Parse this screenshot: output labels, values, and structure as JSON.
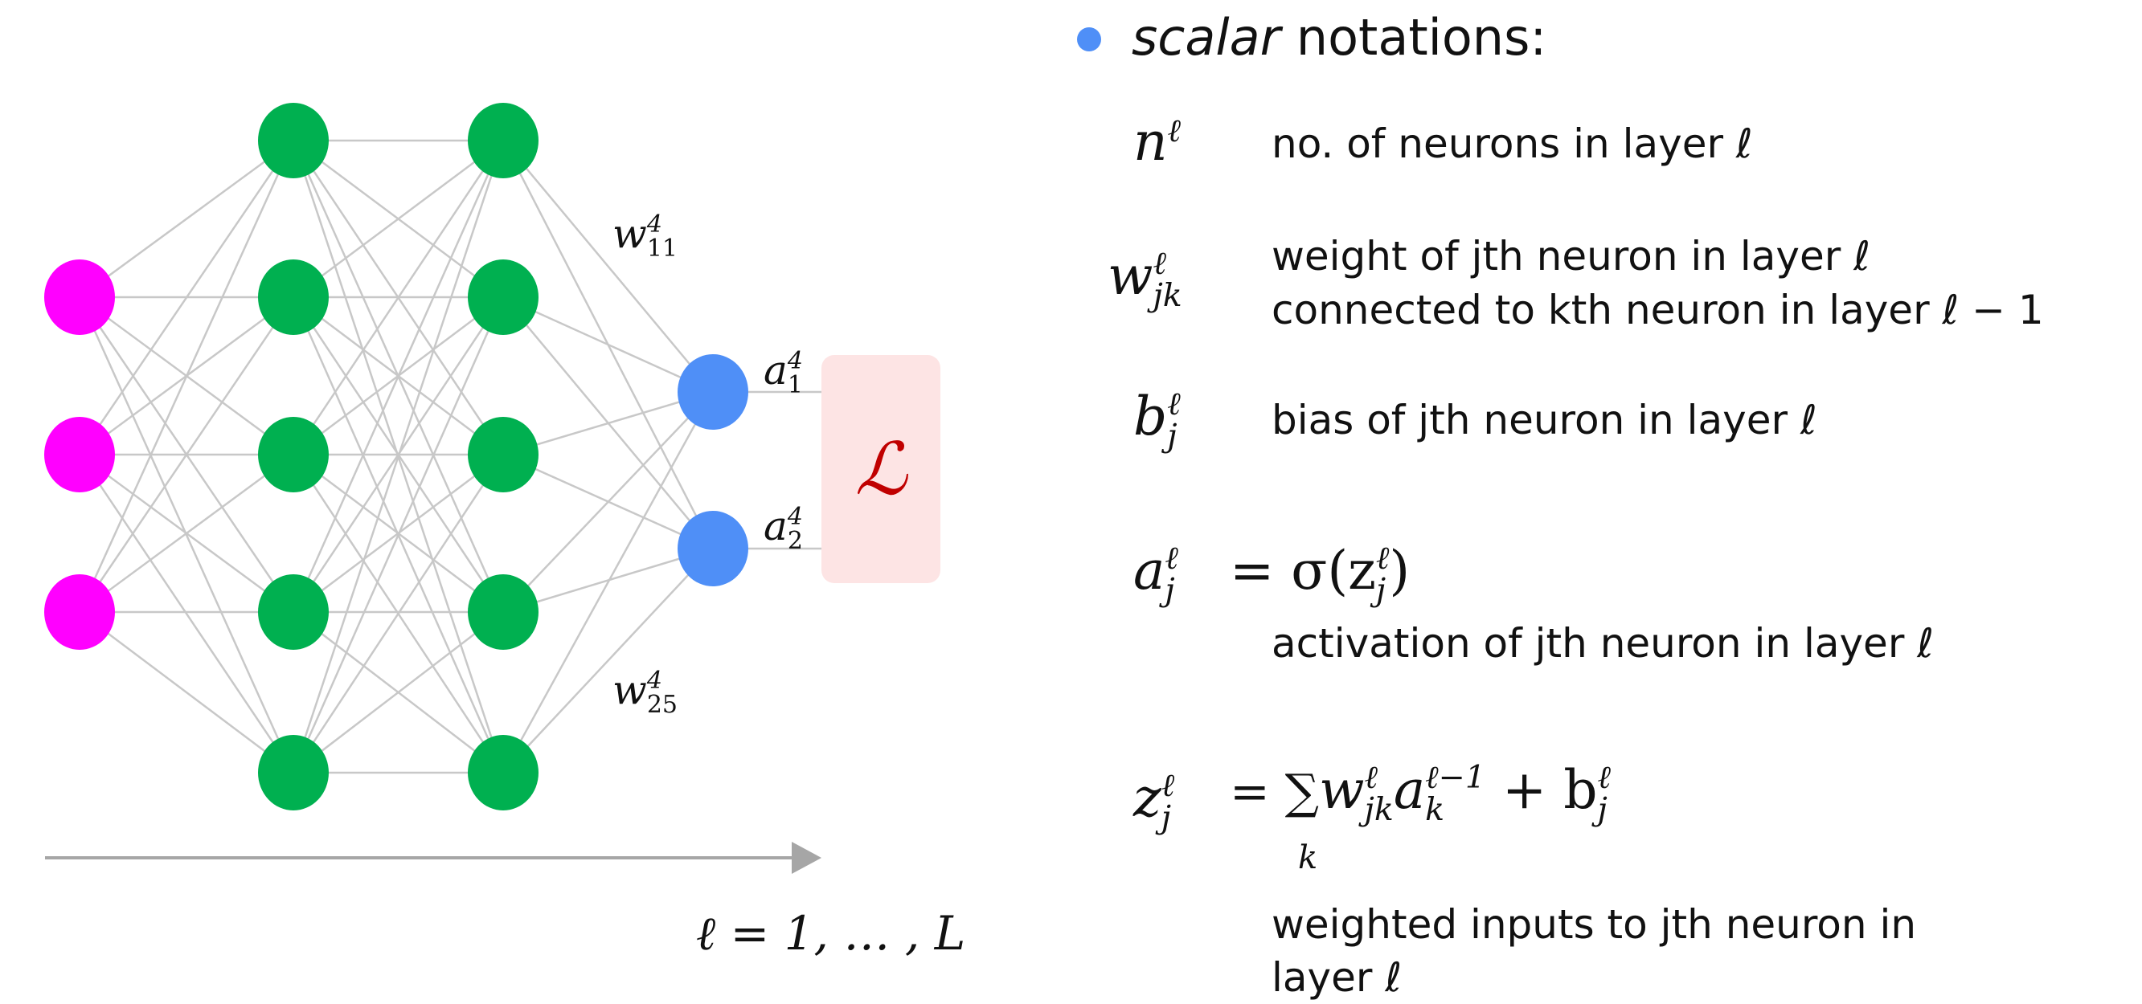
{
  "network": {
    "layer_sizes": [
      3,
      5,
      5,
      2
    ],
    "colors": {
      "input": "#ff00ff",
      "hidden": "#00b050",
      "output": "#4f8ff7",
      "edge": "#c8c8c8",
      "loss_bg": "#fde4e4",
      "loss_text": "#c00000",
      "arrow": "#a6a6a6"
    },
    "labels": {
      "w11": {
        "base": "w",
        "sup": "4",
        "sub": "11"
      },
      "w25": {
        "base": "w",
        "sup": "4",
        "sub": "25"
      },
      "a1": {
        "base": "a",
        "sup": "4",
        "sub": "1"
      },
      "a2": {
        "base": "a",
        "sup": "4",
        "sub": "2"
      },
      "loss": "ℒ",
      "layer_range": "ℓ = 1, … , L"
    }
  },
  "notations": {
    "bullet_color": "#4f8ff7",
    "title_italic": "scalar",
    "title_rest": " notations:",
    "items": [
      {
        "sym": "n",
        "sup": "ℓ",
        "sub": "",
        "desc": [
          "no. of neurons in layer ℓ"
        ]
      },
      {
        "sym": "w",
        "sup": "ℓ",
        "sub": "jk",
        "desc": [
          "weight of jth neuron in layer ℓ",
          "connected to kth neuron in layer ℓ − 1"
        ]
      },
      {
        "sym": "b",
        "sup": "ℓ",
        "sub": "j",
        "desc": [
          "bias of jth neuron in layer ℓ"
        ]
      },
      {
        "sym": "a",
        "sup": "ℓ",
        "sub": "j",
        "eq": "= σ(z",
        "eq_sup": "ℓ",
        "eq_sub": "j",
        "eq_end": ")",
        "desc": [
          "activation of jth neuron in layer ℓ"
        ]
      },
      {
        "sym": "z",
        "sup": "ℓ",
        "sub": "j",
        "eq": "= ∑",
        "eq_under": "k",
        "eq_rest": "w",
        "eq_rest_sup": "ℓ",
        "eq_rest_sub": "jk",
        "eq_a": "a",
        "eq_a_sup": "ℓ−1",
        "eq_a_sub": "k",
        "eq_plus": " + b",
        "eq_b_sup": "ℓ",
        "eq_b_sub": "j",
        "desc": [
          "weighted inputs to jth neuron in",
          "layer ℓ"
        ]
      }
    ]
  }
}
